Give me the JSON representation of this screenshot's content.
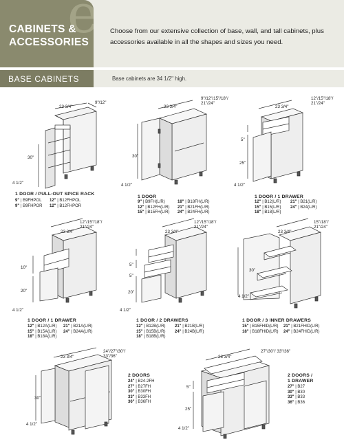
{
  "header": {
    "title_line1": "CABINETS &",
    "title_line2": "ACCESSORIES",
    "intro": "Choose from our extensive collection of base, wall, and tall cabinets, plus accessories available in all the shapes and sizes you need."
  },
  "section": {
    "title": "BASE CABINETS",
    "note": "Base cabinets are 34 1/2\" high."
  },
  "cabinets": [
    {
      "caption": "1 DOOR / PULL-OUT SPICE RACK",
      "dims": {
        "width": "9\"/12\"",
        "depth": "23 3/4\"",
        "height": "30\"",
        "toe": "4 1/2\""
      },
      "codes_col1": [
        [
          "9\"",
          "| B9FHPOL"
        ],
        [
          "9\"",
          "| B9FHPOR"
        ]
      ],
      "codes_col2": [
        [
          "12\"",
          "| B12FHPOL"
        ],
        [
          "12\"",
          "| B12FHPOR"
        ]
      ]
    },
    {
      "caption": "1 DOOR",
      "dims": {
        "width": "9\"/12\"/15\"/18\"/ 21\"/24\"",
        "depth": "23 3/4\"",
        "height": "30\"",
        "toe": "4 1/2\""
      },
      "codes_col1": [
        [
          "9\"",
          "| B9FH(L/R)"
        ],
        [
          "12\"",
          "| B12FH(L/R)"
        ],
        [
          "15\"",
          "| B15FH(L/R)"
        ]
      ],
      "codes_col2": [
        [
          "18\"",
          "| B18FH(L/R)"
        ],
        [
          "21\"",
          "| B21FH(L/R)"
        ],
        [
          "24\"",
          "| B24FH(L/R)"
        ]
      ]
    },
    {
      "caption": "1 DOOR / 1 DRAWER",
      "dims": {
        "width": "12\"/15\"/18\"/ 21\"/24\"",
        "depth": "23 3/4\"",
        "height": "25\"",
        "drawer": "5\"",
        "toe": "4 1/2\""
      },
      "codes_col1": [
        [
          "12\"",
          "| B12(L/R)"
        ],
        [
          "15\"",
          "| B15(L/R)"
        ],
        [
          "18\"",
          "| B18(L/R)"
        ]
      ],
      "codes_col2": [
        [
          "21\"",
          "| B21(L/R)"
        ],
        [
          "24\"",
          "| B24(L/R)"
        ]
      ]
    },
    {
      "caption": "1 DOOR / 1 DRAWER",
      "dims": {
        "width": "12\"/15\"/18\"/ 21\"/24\"",
        "depth": "23 3/4\"",
        "height": "20\"",
        "drawer": "10\"",
        "toe": "4 1/2\""
      },
      "codes_col1": [
        [
          "12\"",
          "| B12A(L/R)"
        ],
        [
          "15\"",
          "| B15A(L/R)"
        ],
        [
          "18\"",
          "| B18A(L/R)"
        ]
      ],
      "codes_col2": [
        [
          "21\"",
          "| B21A(L/R)"
        ],
        [
          "24\"",
          "| B24A(L/R)"
        ]
      ]
    },
    {
      "caption": "1 DOOR / 2 DRAWERS",
      "dims": {
        "width": "12\"/15\"/18\"/ 21\"/24\"",
        "depth": "23 3/4\"",
        "height": "20\"",
        "drawer": "5\"",
        "drawer2": "5\"",
        "toe": "4 1/2\""
      },
      "codes_col1": [
        [
          "12\"",
          "| B12B(L/R)"
        ],
        [
          "15\"",
          "| B15B(L/R)"
        ],
        [
          "18\"",
          "| B18B(L/R)"
        ]
      ],
      "codes_col2": [
        [
          "21\"",
          "| B21B(L/R)"
        ],
        [
          "24\"",
          "| B24B(L/R)"
        ]
      ]
    },
    {
      "caption": "1 DOOR / 3 INNER DRAWERS",
      "dims": {
        "width": "15\"/18\"/ 21\"/24\"",
        "depth": "23 3/4\"",
        "height": "30\"",
        "toe": "4 1/2\""
      },
      "codes_col1": [
        [
          "15\"",
          "| B15FHID(L/R)"
        ],
        [
          "18\"",
          "| B18FHID(L/R)"
        ]
      ],
      "codes_col2": [
        [
          "21\"",
          "| B21FHID(L/R)"
        ],
        [
          "24\"",
          "| B24FHID(L/R)"
        ]
      ]
    },
    {
      "caption": "2 DOORS",
      "dims": {
        "width": "24\"/27\"/30\"/ 33\"/36\"",
        "depth": "23 3/4\"",
        "height": "30\"",
        "toe": "4 1/2\""
      },
      "codes_col1": [
        [
          "24\"",
          "| B24-2FH"
        ],
        [
          "27\"",
          "| B27FH"
        ],
        [
          "30\"",
          "| B30FH"
        ],
        [
          "33\"",
          "| B33FH"
        ],
        [
          "36\"",
          "| B36FH"
        ]
      ],
      "codes_col2": []
    },
    {
      "caption": "2 DOORS / 1 DRAWER",
      "caption_line2": "1 DRAWER",
      "caption_line1": "2 DOORS /",
      "dims": {
        "width": "27\"/30\"/ 33\"/36\"",
        "depth": "23 3/4\"",
        "height": "25\"",
        "drawer": "5\"",
        "toe": "4 1/2\""
      },
      "codes_col1": [
        [
          "27\"",
          "| B27"
        ],
        [
          "30\"",
          "| B30"
        ],
        [
          "33\"",
          "| B33"
        ],
        [
          "36\"",
          "| B36"
        ]
      ],
      "codes_col2": []
    }
  ]
}
